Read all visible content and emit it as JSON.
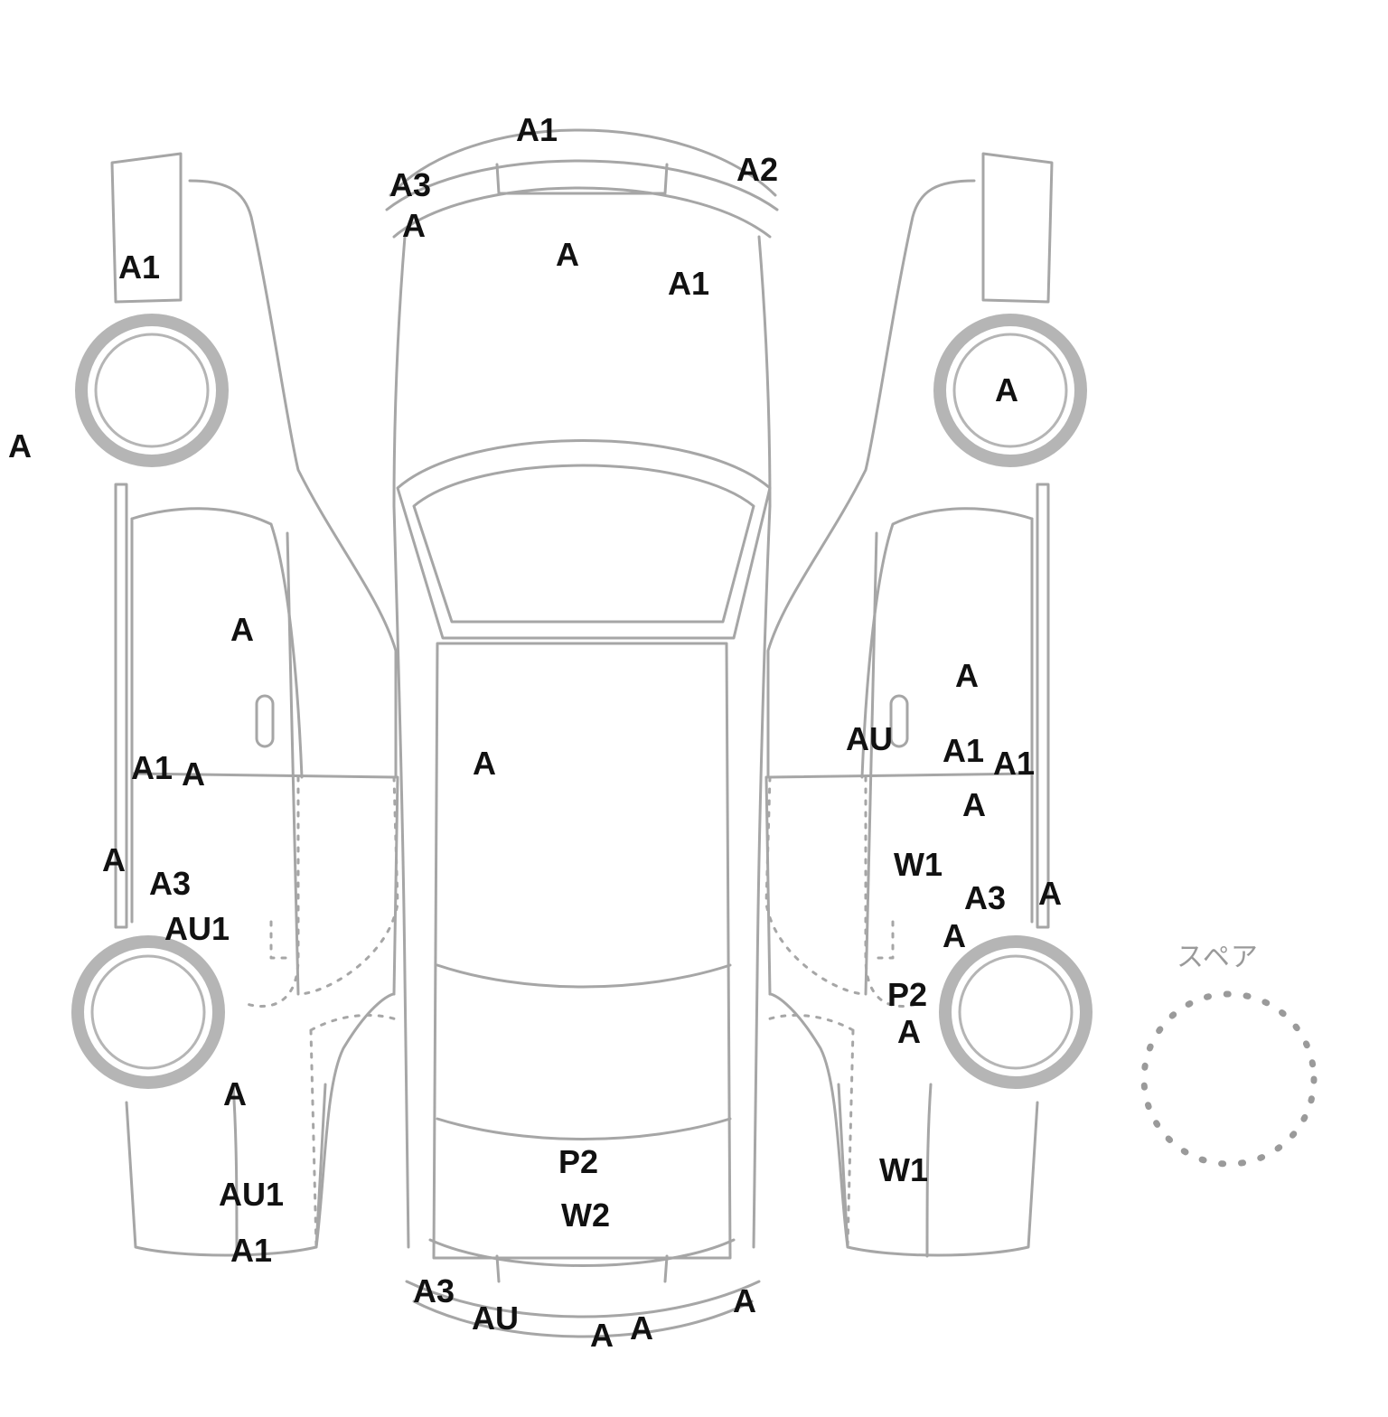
{
  "diagram": {
    "spare_label": "スペア",
    "line_color": "#a6a6a6",
    "wheel_color": "#b5b5b5",
    "marks": [
      {
        "id": "front-bumper-top",
        "text": "A1"
      },
      {
        "id": "front-bumper-right",
        "text": "A2"
      },
      {
        "id": "front-bumper-left",
        "text": "A3"
      },
      {
        "id": "front-bumper-left-2",
        "text": "A"
      },
      {
        "id": "hood-center",
        "text": "A"
      },
      {
        "id": "hood-right",
        "text": "A1"
      },
      {
        "id": "left-front-fender",
        "text": "A1"
      },
      {
        "id": "left-outside",
        "text": "A"
      },
      {
        "id": "right-front-wheel",
        "text": "A"
      },
      {
        "id": "left-front-door",
        "text": "A"
      },
      {
        "id": "roof-center",
        "text": "A"
      },
      {
        "id": "left-sill-a1",
        "text": "A1"
      },
      {
        "id": "left-sill-a",
        "text": "A"
      },
      {
        "id": "left-rear-a",
        "text": "A"
      },
      {
        "id": "left-rear-a3",
        "text": "A3"
      },
      {
        "id": "left-rear-au1",
        "text": "AU1"
      },
      {
        "id": "left-rear-wheel-a",
        "text": "A"
      },
      {
        "id": "left-quarter-au1",
        "text": "AU1"
      },
      {
        "id": "left-quarter-a1",
        "text": "A1"
      },
      {
        "id": "right-front-door-a",
        "text": "A"
      },
      {
        "id": "right-pillar-au",
        "text": "AU"
      },
      {
        "id": "right-door-a1",
        "text": "A1"
      },
      {
        "id": "right-sill-a1",
        "text": "A1"
      },
      {
        "id": "right-rear-door-a",
        "text": "A"
      },
      {
        "id": "right-rear-door-w1",
        "text": "W1"
      },
      {
        "id": "right-rear-a3",
        "text": "A3"
      },
      {
        "id": "right-sill-a",
        "text": "A"
      },
      {
        "id": "right-rear-a",
        "text": "A"
      },
      {
        "id": "right-rear-p2",
        "text": "P2"
      },
      {
        "id": "right-rear-wheel-a",
        "text": "A"
      },
      {
        "id": "right-quarter-w1",
        "text": "W1"
      },
      {
        "id": "trunk-p2",
        "text": "P2"
      },
      {
        "id": "trunk-w2",
        "text": "W2"
      },
      {
        "id": "rear-bumper-a3",
        "text": "A3"
      },
      {
        "id": "rear-bumper-au",
        "text": "AU"
      },
      {
        "id": "rear-bumper-a-1",
        "text": "A"
      },
      {
        "id": "rear-bumper-a-2",
        "text": "A"
      },
      {
        "id": "rear-bumper-right",
        "text": "A"
      }
    ]
  }
}
